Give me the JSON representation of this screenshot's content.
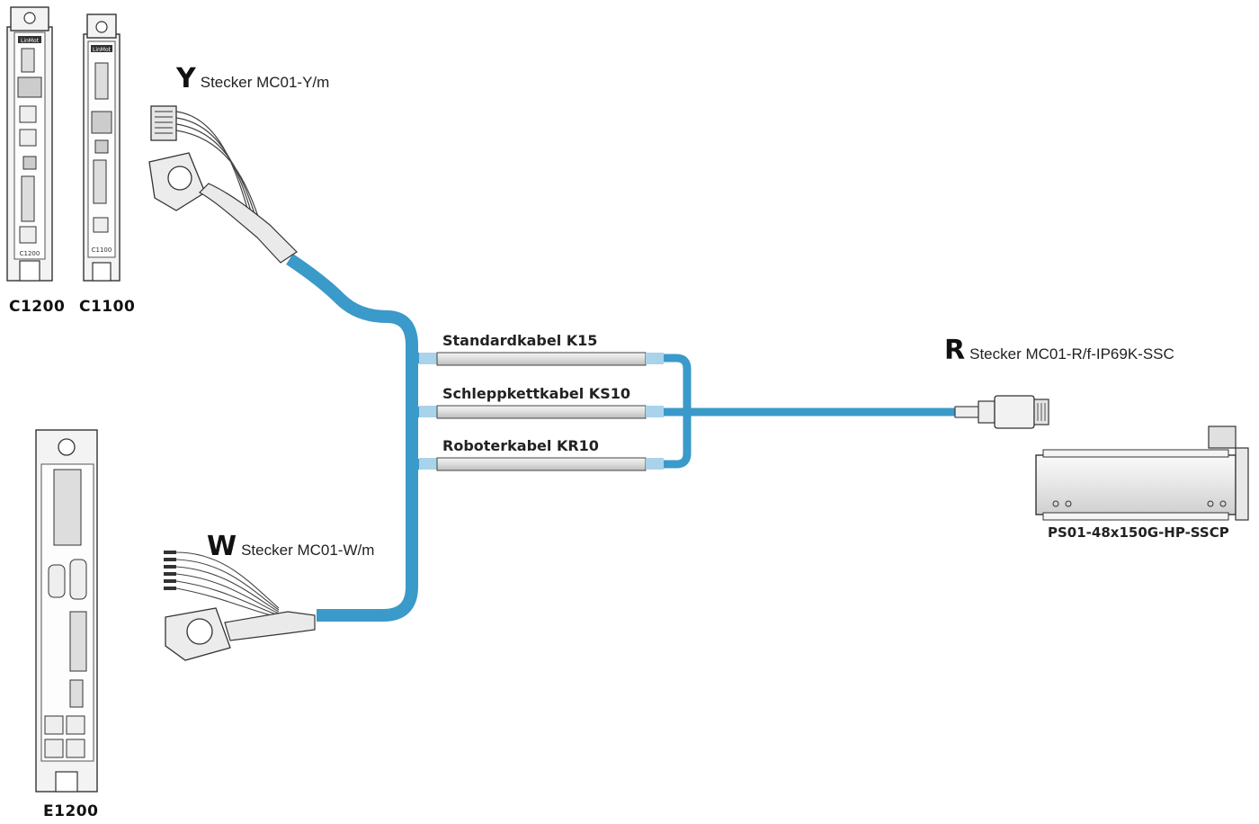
{
  "devices": {
    "c1200": "C1200",
    "c1100": "C1100",
    "e1200": "E1200"
  },
  "device_panel_text": {
    "logo": "LinMot",
    "c1200_badge": "C1200",
    "c1100_badge": "C1100"
  },
  "connectors": {
    "y": {
      "letter": "Y",
      "text": "Stecker MC01-Y/m"
    },
    "w": {
      "letter": "W",
      "text": "Stecker MC01-W/m"
    },
    "r": {
      "letter": "R",
      "text": "Stecker MC01-R/f-IP69K-SSC"
    }
  },
  "cables": [
    {
      "label": "Standardkabel K15"
    },
    {
      "label": "Schleppkettkabel KS10"
    },
    {
      "label": "Roboterkabel KR10"
    }
  ],
  "motor": {
    "label": "PS01-48x150G-HP-SSCP"
  },
  "colors": {
    "cable_blue": "#3a9ac9",
    "cable_light": "#a9d3ea",
    "cable_gray": "#e2e2e2",
    "outline": "#333333"
  }
}
